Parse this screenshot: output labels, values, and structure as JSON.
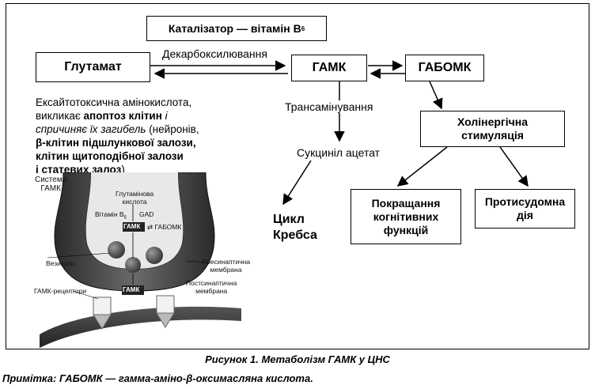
{
  "diagram": {
    "catalyst": "Каталізатор — вітамін В",
    "catalyst_sub": "6",
    "glutamate": "Глутамат",
    "decarb": "Декарбоксилювання",
    "gaba": "ГАМК",
    "gabomk": "ГАБОМК",
    "transamination": "Трансамінування",
    "succinyl": "Сукциніл ацетат",
    "krebs_line1": "Цикл",
    "krebs_line2": "Кребса",
    "cholinergic_line1": "Холінергічна",
    "cholinergic_line2": "стимуляція",
    "cognitive_line1": "Покращання",
    "cognitive_line2": "когнітивних",
    "cognitive_line3": "функцій",
    "anticonv_line1": "Протисудомна",
    "anticonv_line2": "дія"
  },
  "excitotoxic": {
    "l1": "Ексайтотоксична амінокислота,",
    "l2a": "викликає ",
    "l2b": "апоптоз клітин",
    "l2c": " і",
    "l3a": "спричиняє їх загибель",
    "l3b": " (нейронів,",
    "l4": "β-клітин підшлункової залози,",
    "l5": "клітин щитоподібної залози",
    "l6a": "і статевих залоз",
    "l6b": ")"
  },
  "illustration": {
    "system_l1": "Система",
    "system_l2": "ГАМК",
    "glut_acid_l1": "Глутамінова",
    "glut_acid_l2": "кислота",
    "vitamin": "Вітамін В",
    "vitamin_sub": "6",
    "gad": "GAD",
    "gaba_tag": "ГАМК",
    "gabomk_tag": "ГАБОМК",
    "vesicles": "Везикули",
    "presyn_l1": "Пресинаптична",
    "presyn_l2": "мембрана",
    "receptors": "ГАМК-рецептори",
    "gaba_tag2": "ГАМК",
    "postsyn_l1": "Постсинаптична",
    "postsyn_l2": "мембрана"
  },
  "caption": "Рисунок 1. Метаболізм ГАМК у ЦНС",
  "footnote": "Примітка: ГАБОМК — гамма-аміно-β-оксимасляна кислота."
}
